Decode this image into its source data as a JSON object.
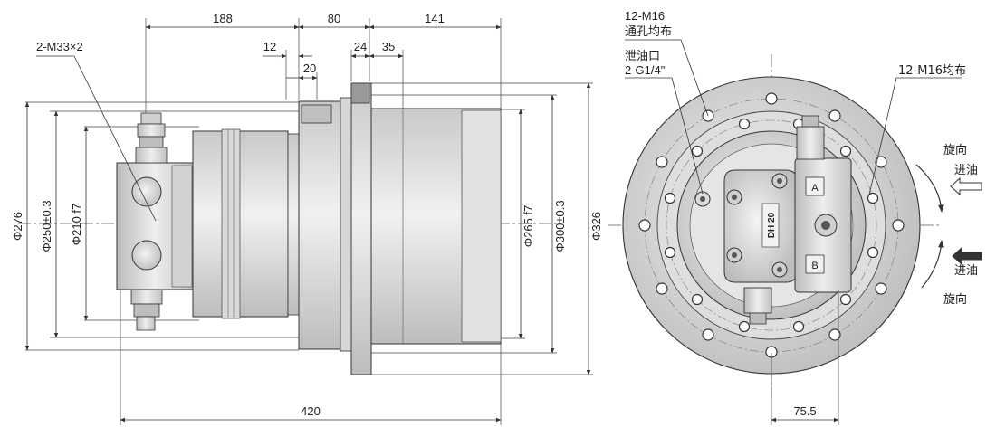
{
  "side_view": {
    "top_dims": {
      "d188": "188",
      "d80": "80",
      "d141": "141",
      "d12": "12",
      "d20": "20",
      "d24": "24",
      "d35": "35"
    },
    "bottom_dim": "420",
    "port_callout": "2-M33×2",
    "diameters": {
      "d276": "Φ276",
      "d250": "Φ250±0.3",
      "d210": "Φ210 f7",
      "d265": "Φ265 f7",
      "d300": "Φ300±0.3",
      "d326": "Φ326"
    }
  },
  "front_view": {
    "thru_holes_line1": "12-M16",
    "thru_holes_line2": "通孔均布",
    "drain_line1": "泄油口",
    "drain_line2": "2-G1/4\"",
    "tapped_holes": "12-M16均布",
    "rotation_top": "旋向",
    "inlet_top": "进油",
    "inlet_bottom": "进油",
    "rotation_bottom": "旋向",
    "offset_dim": "75.5",
    "model_label": "DH 20",
    "port_a": "A",
    "port_b": "B"
  }
}
